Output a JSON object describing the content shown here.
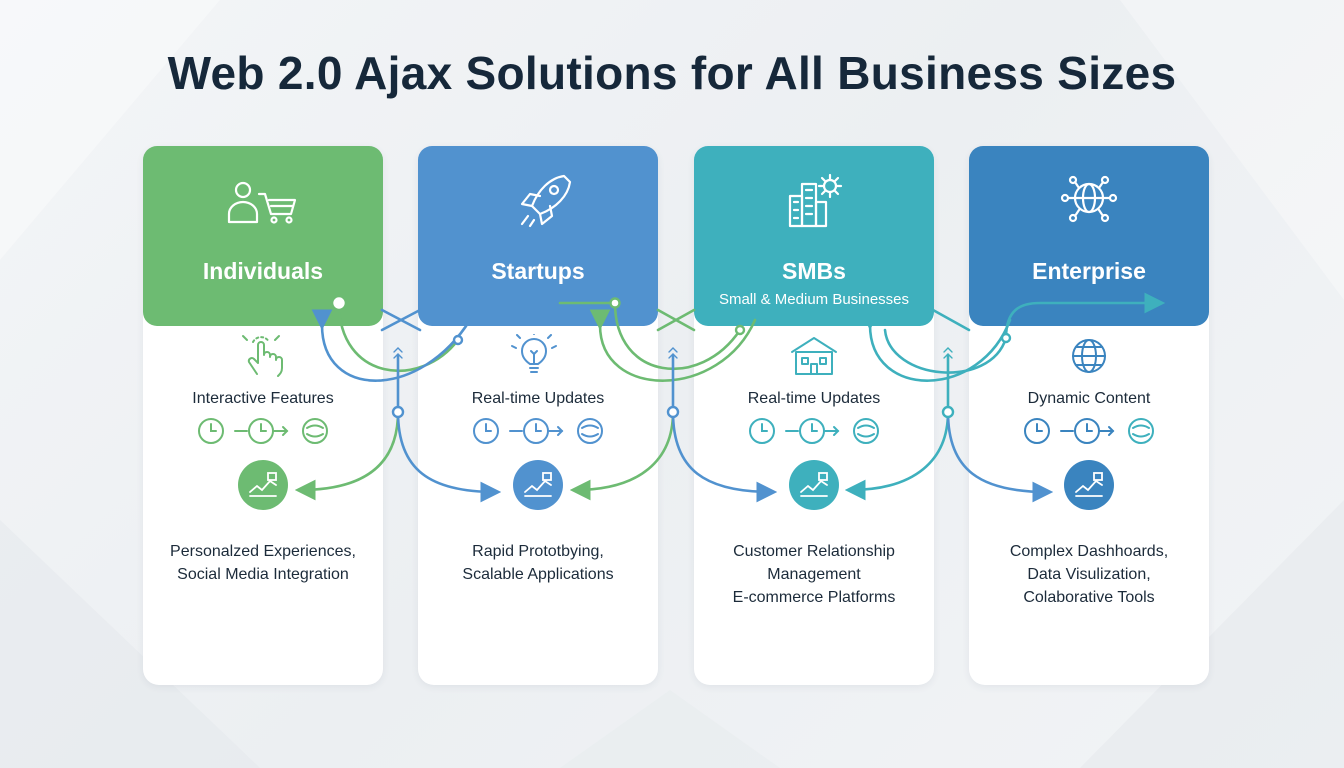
{
  "title": "Web 2.0 Ajax Solutions for All Business Sizes",
  "colors": {
    "green": "#6dbb72",
    "blue": "#5192cf",
    "teal": "#3eb0bd",
    "navy": "#3a84bf",
    "text": "#16283a"
  },
  "segments": [
    {
      "title": "Individuals",
      "subtitle": "",
      "header_icon": "user-cart-icon",
      "feature_icon": "pointer-hand-icon",
      "feature": "Interactive Features",
      "uses": [
        "Personalzed Experiences,",
        "Social Media Integration"
      ]
    },
    {
      "title": "Startups",
      "subtitle": "",
      "header_icon": "rocket-icon",
      "feature_icon": "lightbulb-icon",
      "feature": "Real-time Updates",
      "uses": [
        "Rapid Prototbying,",
        "Scalable Applications"
      ]
    },
    {
      "title": "SMBs",
      "subtitle": "Small & Medium Businesses",
      "header_icon": "buildings-gear-icon",
      "feature_icon": "building-icon",
      "feature": "Real-time Updates",
      "uses": [
        "Customer Relationship",
        "Management",
        "E-commerce Platforms"
      ]
    },
    {
      "title": "Enterprise",
      "subtitle": "",
      "header_icon": "globe-network-icon",
      "feature_icon": "globe-icon",
      "feature": "Dynamic Content",
      "uses": [
        "Complex Dashhoards,",
        "Data Visulization,",
        "Colaborative Tools"
      ]
    }
  ]
}
